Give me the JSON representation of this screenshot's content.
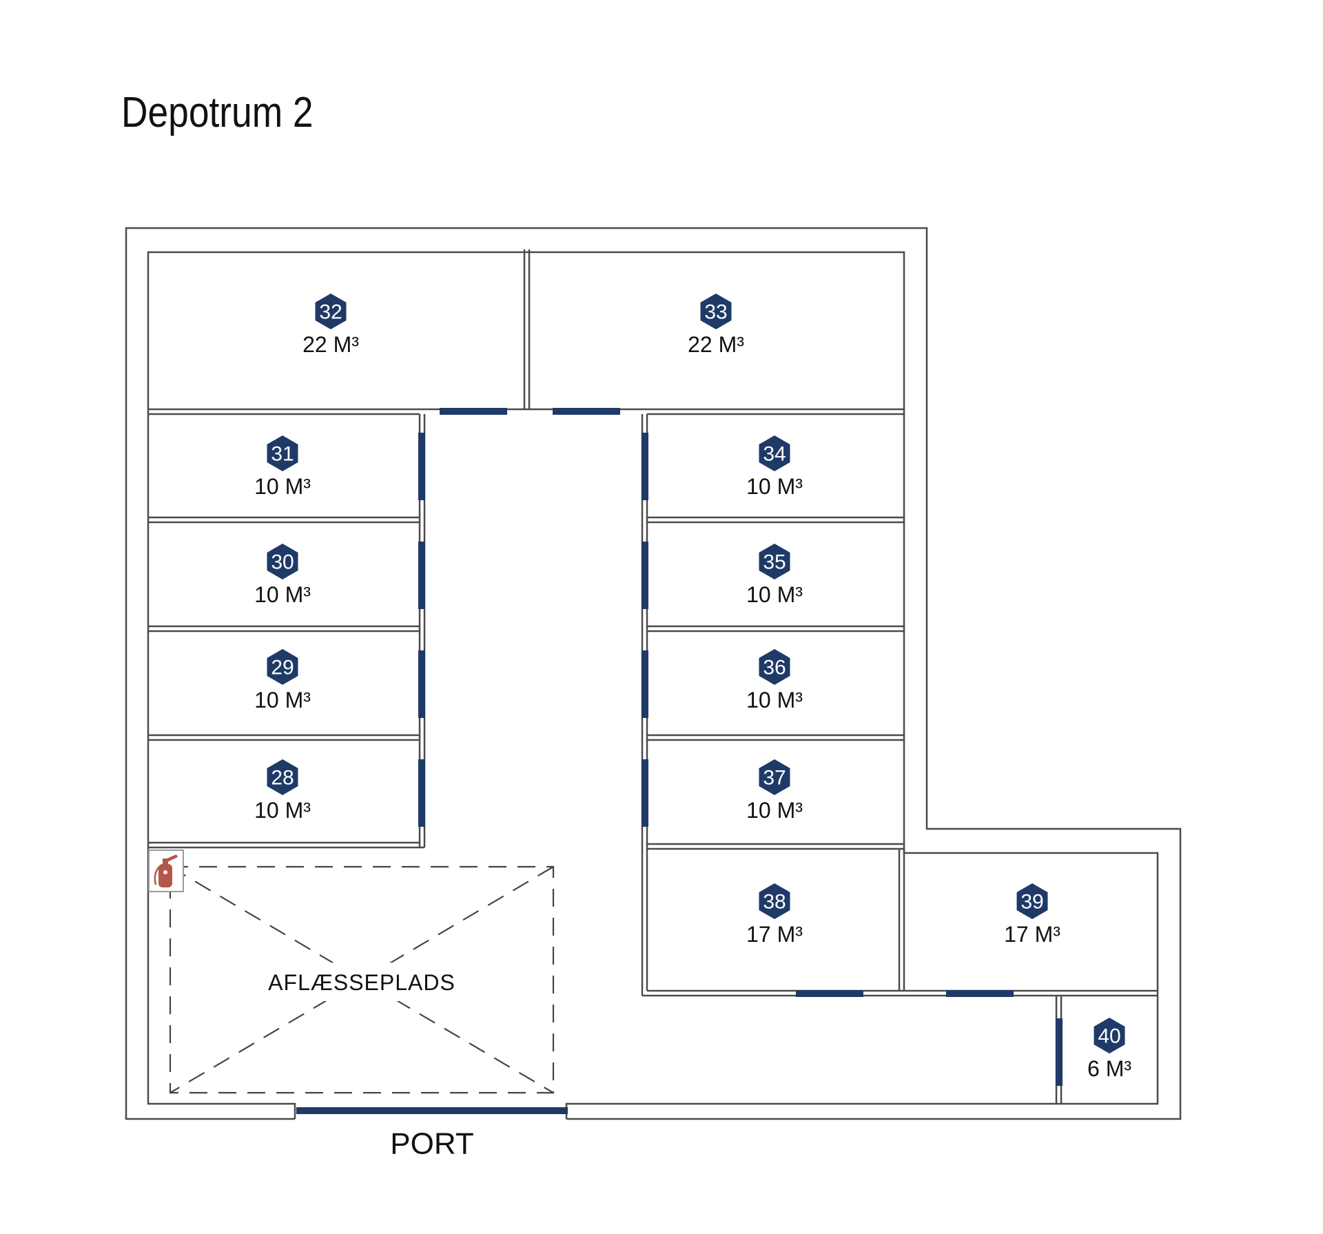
{
  "title": "Depotrum 2",
  "colors": {
    "accent": "#1f3a66",
    "wall": "#4a4a4a",
    "extinguisher": "#b5564a"
  },
  "units": [
    {
      "number": "32",
      "volume": "22 M³"
    },
    {
      "number": "33",
      "volume": "22 M³"
    },
    {
      "number": "31",
      "volume": "10 M³"
    },
    {
      "number": "30",
      "volume": "10 M³"
    },
    {
      "number": "29",
      "volume": "10 M³"
    },
    {
      "number": "28",
      "volume": "10 M³"
    },
    {
      "number": "34",
      "volume": "10 M³"
    },
    {
      "number": "35",
      "volume": "10 M³"
    },
    {
      "number": "36",
      "volume": "10 M³"
    },
    {
      "number": "37",
      "volume": "10 M³"
    },
    {
      "number": "38",
      "volume": "17 M³"
    },
    {
      "number": "39",
      "volume": "17 M³"
    },
    {
      "number": "40",
      "volume": "6 M³"
    }
  ],
  "unloading_area": {
    "label": "AFLÆSSEPLADS"
  },
  "port": {
    "label": "PORT"
  },
  "icons": {
    "extinguisher": "fire-extinguisher-icon"
  }
}
